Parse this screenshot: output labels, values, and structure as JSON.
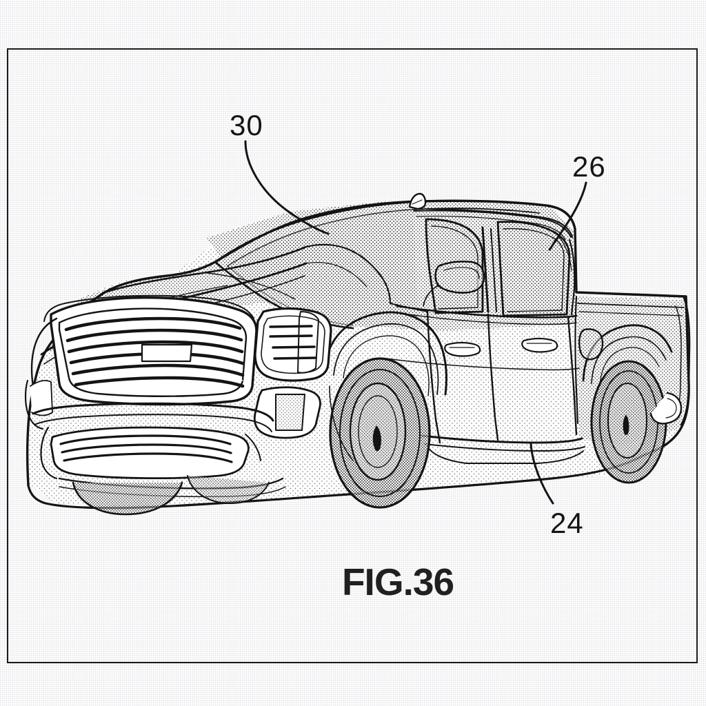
{
  "figure": {
    "caption": "FIG.36",
    "title": "Pickup truck design patent figure",
    "view": "front three-quarter perspective view",
    "border": {
      "stroke_color": "#1b1b1b",
      "fill": "none"
    },
    "background": {
      "color": "#ffffff",
      "texture": "paper-grain"
    },
    "line_color": "#141414",
    "shading": "stipple-halftone"
  },
  "reference_numerals": [
    {
      "id": "30",
      "label": "30",
      "points_to": "roof-panel"
    },
    {
      "id": "26",
      "label": "26",
      "points_to": "rear-door-window"
    },
    {
      "id": "24",
      "label": "24",
      "points_to": "rocker-panel-body-side"
    }
  ],
  "subject": {
    "name": "pickup-truck",
    "parts": [
      "grille",
      "headlight-left",
      "fog-light",
      "front-bumper",
      "hood",
      "windshield",
      "roof-panel",
      "roof-antenna",
      "side-mirror",
      "front-door",
      "rear-door",
      "front-door-handle",
      "rear-door-handle",
      "front-wheel",
      "rear-wheel",
      "front-fender",
      "cargo-bed",
      "fuel-filler-door",
      "rear-bumper",
      "running-board"
    ]
  }
}
